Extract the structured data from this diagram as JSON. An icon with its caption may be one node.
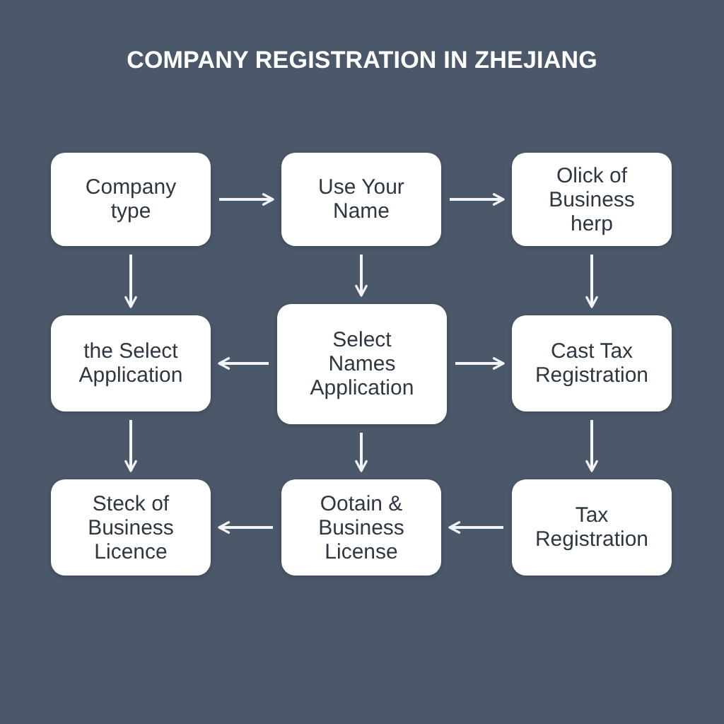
{
  "diagram": {
    "title": "COMPANY REGISTRATION IN ZHEJIANG",
    "nodes": [
      {
        "text": [
          "Company type"
        ]
      },
      {
        "text": [
          "Use Your Name"
        ]
      },
      {
        "text": [
          "Olick of Business herp"
        ]
      },
      {
        "text": [
          "the Select Application"
        ]
      },
      {
        "text": [
          "Select Names Application"
        ]
      },
      {
        "text": [
          "Cast Tax Registration"
        ]
      },
      {
        "text": [
          "Steck of Business Licence"
        ]
      },
      {
        "text": [
          "Ootain & Business License"
        ]
      },
      {
        "text": [
          "Tax Registration"
        ]
      }
    ],
    "edges": [
      {
        "from": 0,
        "to": 1,
        "arrow": "to"
      },
      {
        "from": 1,
        "to": 2,
        "arrow": "to"
      },
      {
        "from": 0,
        "to": 3,
        "arrow": "to"
      },
      {
        "from": 1,
        "to": 4,
        "arrow": "to"
      },
      {
        "from": 2,
        "to": 5,
        "arrow": "to"
      },
      {
        "from": 4,
        "to": 3,
        "arrow": "to"
      },
      {
        "from": 4,
        "to": 5,
        "arrow": "to"
      },
      {
        "from": 3,
        "to": 6,
        "arrow": "to"
      },
      {
        "from": 4,
        "to": 7,
        "arrow": "to"
      },
      {
        "from": 5,
        "to": 8,
        "arrow": "to"
      },
      {
        "from": 7,
        "to": 6,
        "arrow": "to"
      },
      {
        "from": 8,
        "to": 7,
        "arrow": "to"
      }
    ]
  }
}
